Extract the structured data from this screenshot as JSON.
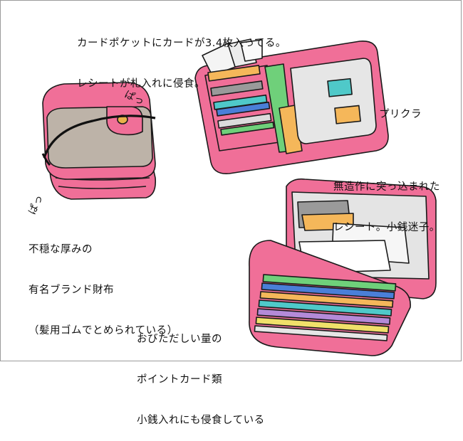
{
  "illustration": {
    "colors": {
      "wallet_pink": "#f06f98",
      "wallet_outline": "#1a1a1a",
      "band_gray": "#bdb3a8",
      "interior_gray": "#e6e6e6",
      "card_teal": "#4fc9c9",
      "card_orange": "#f5b75a",
      "card_green": "#6fd07a",
      "card_blue": "#4a7fd8",
      "card_purple": "#b48ad8",
      "card_yellow": "#f0e06a"
    },
    "captions": {
      "top": [
        "カードポケットにカードが3.4枚入ってる。",
        "レシートが札入れに侵食。"
      ],
      "purikura": "プリクラ",
      "receipt": [
        "無造作に突っ込まれた",
        "レシート。小銭迷子。"
      ],
      "left": [
        "不穏な厚みの",
        "有名ブランド財布",
        "（髪用ゴムでとめられている）"
      ],
      "bottom": [
        "おびただしい量の",
        "ポイントカード類",
        "小銭入れにも侵食している"
      ],
      "sfx_top": "ぱっ",
      "sfx_bottom": "ぱっ"
    }
  }
}
